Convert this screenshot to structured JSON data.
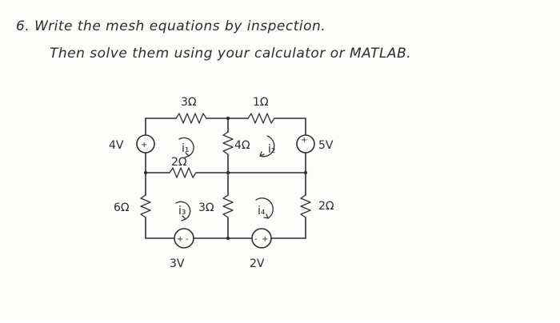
{
  "problem": {
    "line1": "6. Write the mesh equations by inspection.",
    "line2": "Then solve them using your calculator or MATLAB."
  },
  "circuit": {
    "r_top_left": "3Ω",
    "r_top_right": "1Ω",
    "r_middle_mid": "4Ω",
    "r_horizontal_mid": "2Ω",
    "r_left_bottom": "6Ω",
    "r_center_bottom": "3Ω",
    "r_right_bottom": "2Ω",
    "v_left": "4V",
    "v_right": "5V",
    "v_bottom_left": "3V",
    "v_bottom_right": "2V",
    "mesh_1": "i₁",
    "mesh_2": "i₂",
    "mesh_3": "i₃",
    "mesh_4": "i₄",
    "plus": "+",
    "minus": "-"
  }
}
